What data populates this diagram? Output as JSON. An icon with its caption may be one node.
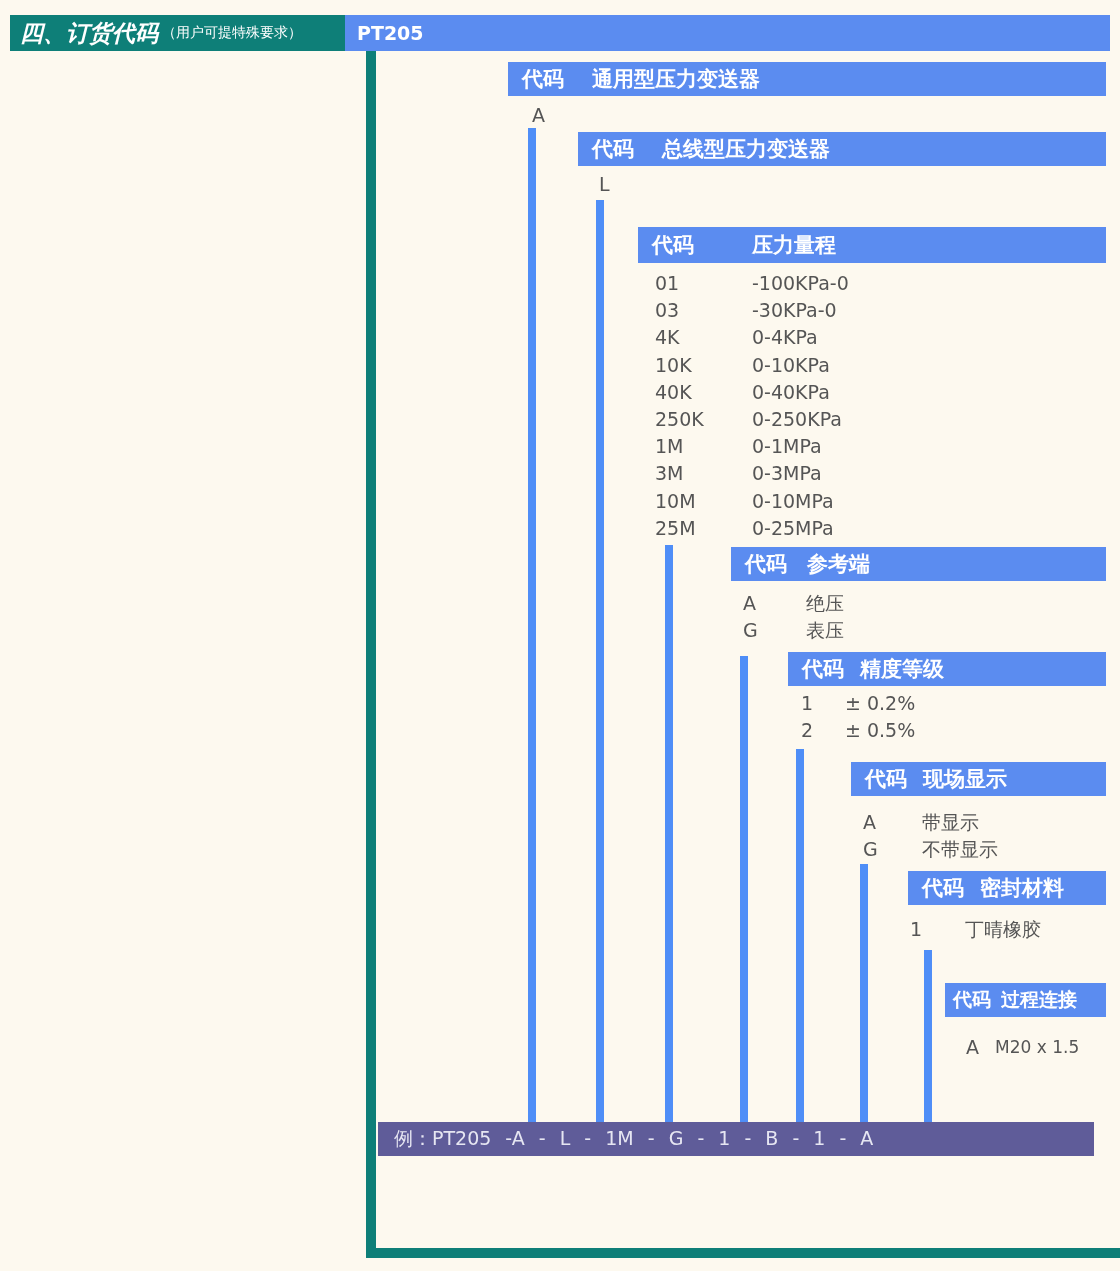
{
  "diagram": {
    "nodes": [
      {
        "text": [
          "四、订货代码",
          "（用户可提特殊要求）"
        ]
      },
      {
        "text": [
          "PT205"
        ]
      },
      {
        "text": [
          "代码",
          "通用型压力变送器"
        ],
        "beside": [
          "A"
        ]
      },
      {
        "text": [
          "代码",
          "总线型压力变送器"
        ],
        "beside": [
          "L"
        ]
      },
      {
        "text": [
          "代码",
          "压力量程"
        ],
        "beside": [
          "01",
          "-100KPa-0",
          "03",
          "-30KPa-0",
          "4K",
          "0-4KPa",
          "10K",
          "0-10KPa",
          "40K",
          "0-40KPa",
          "250K",
          "0-250KPa",
          "1M",
          "0-1MPa",
          "3M",
          "0-3MPa",
          "10M",
          "0-10MPa",
          "25M",
          "0-25MPa"
        ]
      },
      {
        "text": [
          "代码",
          "参考端"
        ],
        "beside": [
          "A",
          "绝压",
          "G",
          "表压"
        ]
      },
      {
        "text": [
          "代码",
          "精度等级"
        ],
        "beside": [
          "1",
          "± 0.2%",
          "2",
          "± 0.5%"
        ]
      },
      {
        "text": [
          "代码",
          "现场显示"
        ],
        "beside": [
          "A",
          "带显示",
          "G",
          "不带显示"
        ]
      },
      {
        "text": [
          "代码",
          "密封材料"
        ],
        "beside": [
          "1",
          "丁晴橡胶"
        ]
      },
      {
        "text": [
          "代码",
          "过程连接"
        ],
        "beside": [
          "A",
          "M20 x 1.5"
        ]
      },
      {
        "text": [
          "例：PT205 -A - L - 1M - G - 1 - B - 1 - A"
        ]
      }
    ],
    "edges": [
      {
        "from": 2,
        "to": 10,
        "arrow": "none"
      },
      {
        "from": 3,
        "to": 10,
        "arrow": "none"
      },
      {
        "from": 4,
        "to": 10,
        "arrow": "none"
      },
      {
        "from": 5,
        "to": 10,
        "arrow": "none"
      },
      {
        "from": 6,
        "to": 10,
        "arrow": "none"
      },
      {
        "from": 7,
        "to": 10,
        "arrow": "none"
      },
      {
        "from": 8,
        "to": 10,
        "arrow": "none"
      }
    ]
  }
}
